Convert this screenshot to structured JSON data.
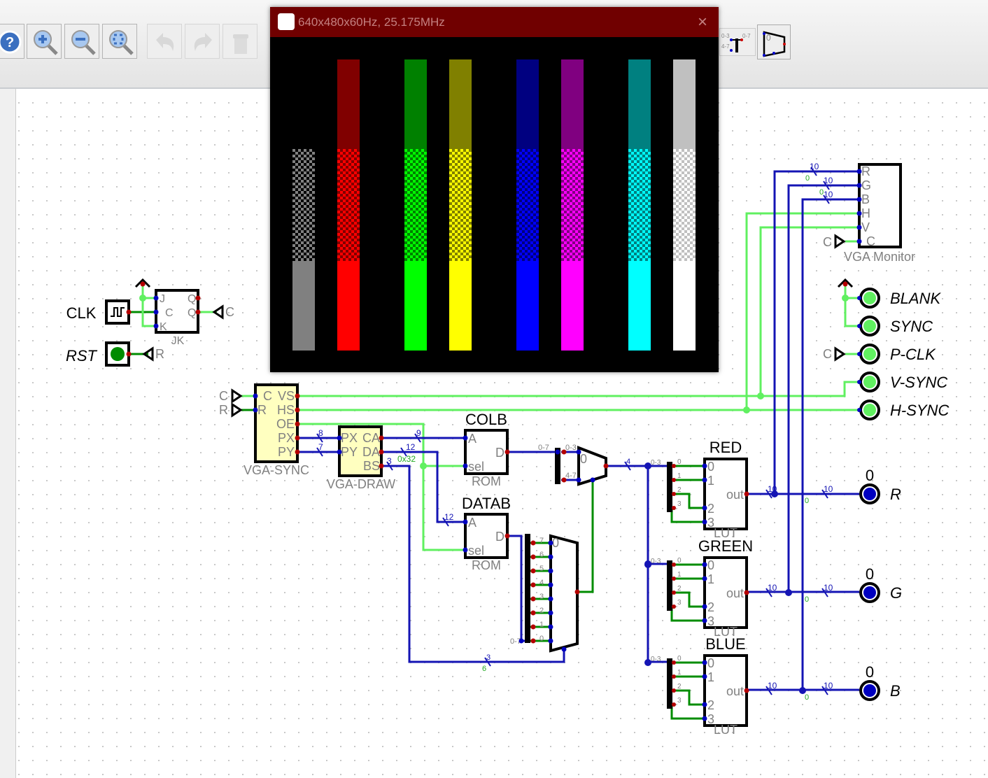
{
  "toolbar": {
    "buttons": [
      {
        "name": "help",
        "icon": "help-icon",
        "enabled": true
      },
      {
        "name": "zoom-in",
        "icon": "zoom-in-icon",
        "enabled": true
      },
      {
        "name": "zoom-out",
        "icon": "zoom-out-icon",
        "enabled": true
      },
      {
        "name": "zoom-fit",
        "icon": "zoom-fit-icon",
        "enabled": true
      },
      {
        "name": "undo",
        "icon": "undo-icon",
        "enabled": false
      },
      {
        "name": "redo",
        "icon": "redo-icon",
        "enabled": false
      },
      {
        "name": "delete",
        "icon": "trash-icon",
        "enabled": false
      },
      {
        "name": "splitter",
        "icon": "splitter-icon",
        "enabled": true
      },
      {
        "name": "multiplexer",
        "icon": "mux-icon",
        "enabled": true
      }
    ],
    "splitter_labels": {
      "a": "0-3",
      "b": "4-7",
      "c": "0-7"
    },
    "mux_label": "0"
  },
  "monitor_window": {
    "title": "640x480x60Hz, 25.175MHz",
    "close": "×",
    "bars": [
      {
        "dark": "#000000",
        "bright": "#808080"
      },
      {
        "dark": "#800000",
        "bright": "#ff0000"
      },
      {
        "dark": "#008000",
        "bright": "#00ff00"
      },
      {
        "dark": "#808000",
        "bright": "#ffff00"
      },
      {
        "dark": "#000080",
        "bright": "#0000ff"
      },
      {
        "dark": "#800080",
        "bright": "#ff00ff"
      },
      {
        "dark": "#008080",
        "bright": "#00ffff"
      },
      {
        "dark": "#c0c0c0",
        "bright": "#ffffff"
      }
    ]
  },
  "colors": {
    "bus": "#1414b4",
    "wire_low": "#008c00",
    "wire_high": "#60f060",
    "pin_in": "#0000c0",
    "pin_out": "#b40000",
    "component_fill": "#ffffc0"
  },
  "circuit": {
    "clk_label": "CLK",
    "rst_label": "RST",
    "jk_label": "JK",
    "jk_pins": {
      "j": "J",
      "c": "C",
      "k": "K",
      "q": "Q",
      "qn": "Q"
    },
    "tunnel_c": "C",
    "tunnel_r": "R",
    "vga_sync": {
      "label": "VGA-SYNC",
      "pins": {
        "c": "C",
        "r": "R",
        "vs": "VS",
        "hs": "HS",
        "oe": "OE",
        "px": "PX",
        "py": "PY"
      }
    },
    "vga_draw": {
      "label": "VGA-DRAW",
      "pins": {
        "px": "PX",
        "py": "PY",
        "ca": "CA",
        "da": "DA",
        "bs": "BS"
      }
    },
    "colb": {
      "title": "COLB",
      "type": "ROM",
      "a": "A",
      "d": "D",
      "sel": "sel"
    },
    "datab": {
      "title": "DATAB",
      "type": "ROM",
      "a": "A",
      "d": "D",
      "sel": "sel"
    },
    "widths": {
      "px": "8",
      "py": "7",
      "ca": "9",
      "da": "12",
      "da_value": "0x32",
      "bs": "3",
      "datab_a": "12",
      "bs_loop": "3",
      "bs_loop_value": "6",
      "mux_out": "4",
      "lut_out": "10",
      "rgb": "10",
      "zero": "0"
    },
    "split_labels": {
      "in07": "0-7",
      "o03": "0-3",
      "o47": "4-7",
      "lut_in": "0-3"
    },
    "mux_sel": "0",
    "bit_labels": [
      "0",
      "1",
      "2",
      "3",
      "4",
      "5",
      "6",
      "7"
    ],
    "luts": [
      {
        "title": "RED",
        "type": "LUT",
        "out": "out"
      },
      {
        "title": "GREEN",
        "type": "LUT",
        "out": "out"
      },
      {
        "title": "BLUE",
        "type": "LUT",
        "out": "out"
      }
    ],
    "vga_monitor": {
      "label": "VGA Monitor",
      "pins": [
        "R",
        "G",
        "B",
        "H",
        "V",
        "C"
      ]
    },
    "outputs": [
      {
        "label": "BLANK"
      },
      {
        "label": "SYNC"
      },
      {
        "label": "P-CLK"
      },
      {
        "label": "V-SYNC"
      },
      {
        "label": "H-SYNC"
      }
    ],
    "rgb_outputs": [
      {
        "label": "R",
        "value": "0"
      },
      {
        "label": "G",
        "value": "0"
      },
      {
        "label": "B",
        "value": "0"
      }
    ]
  }
}
